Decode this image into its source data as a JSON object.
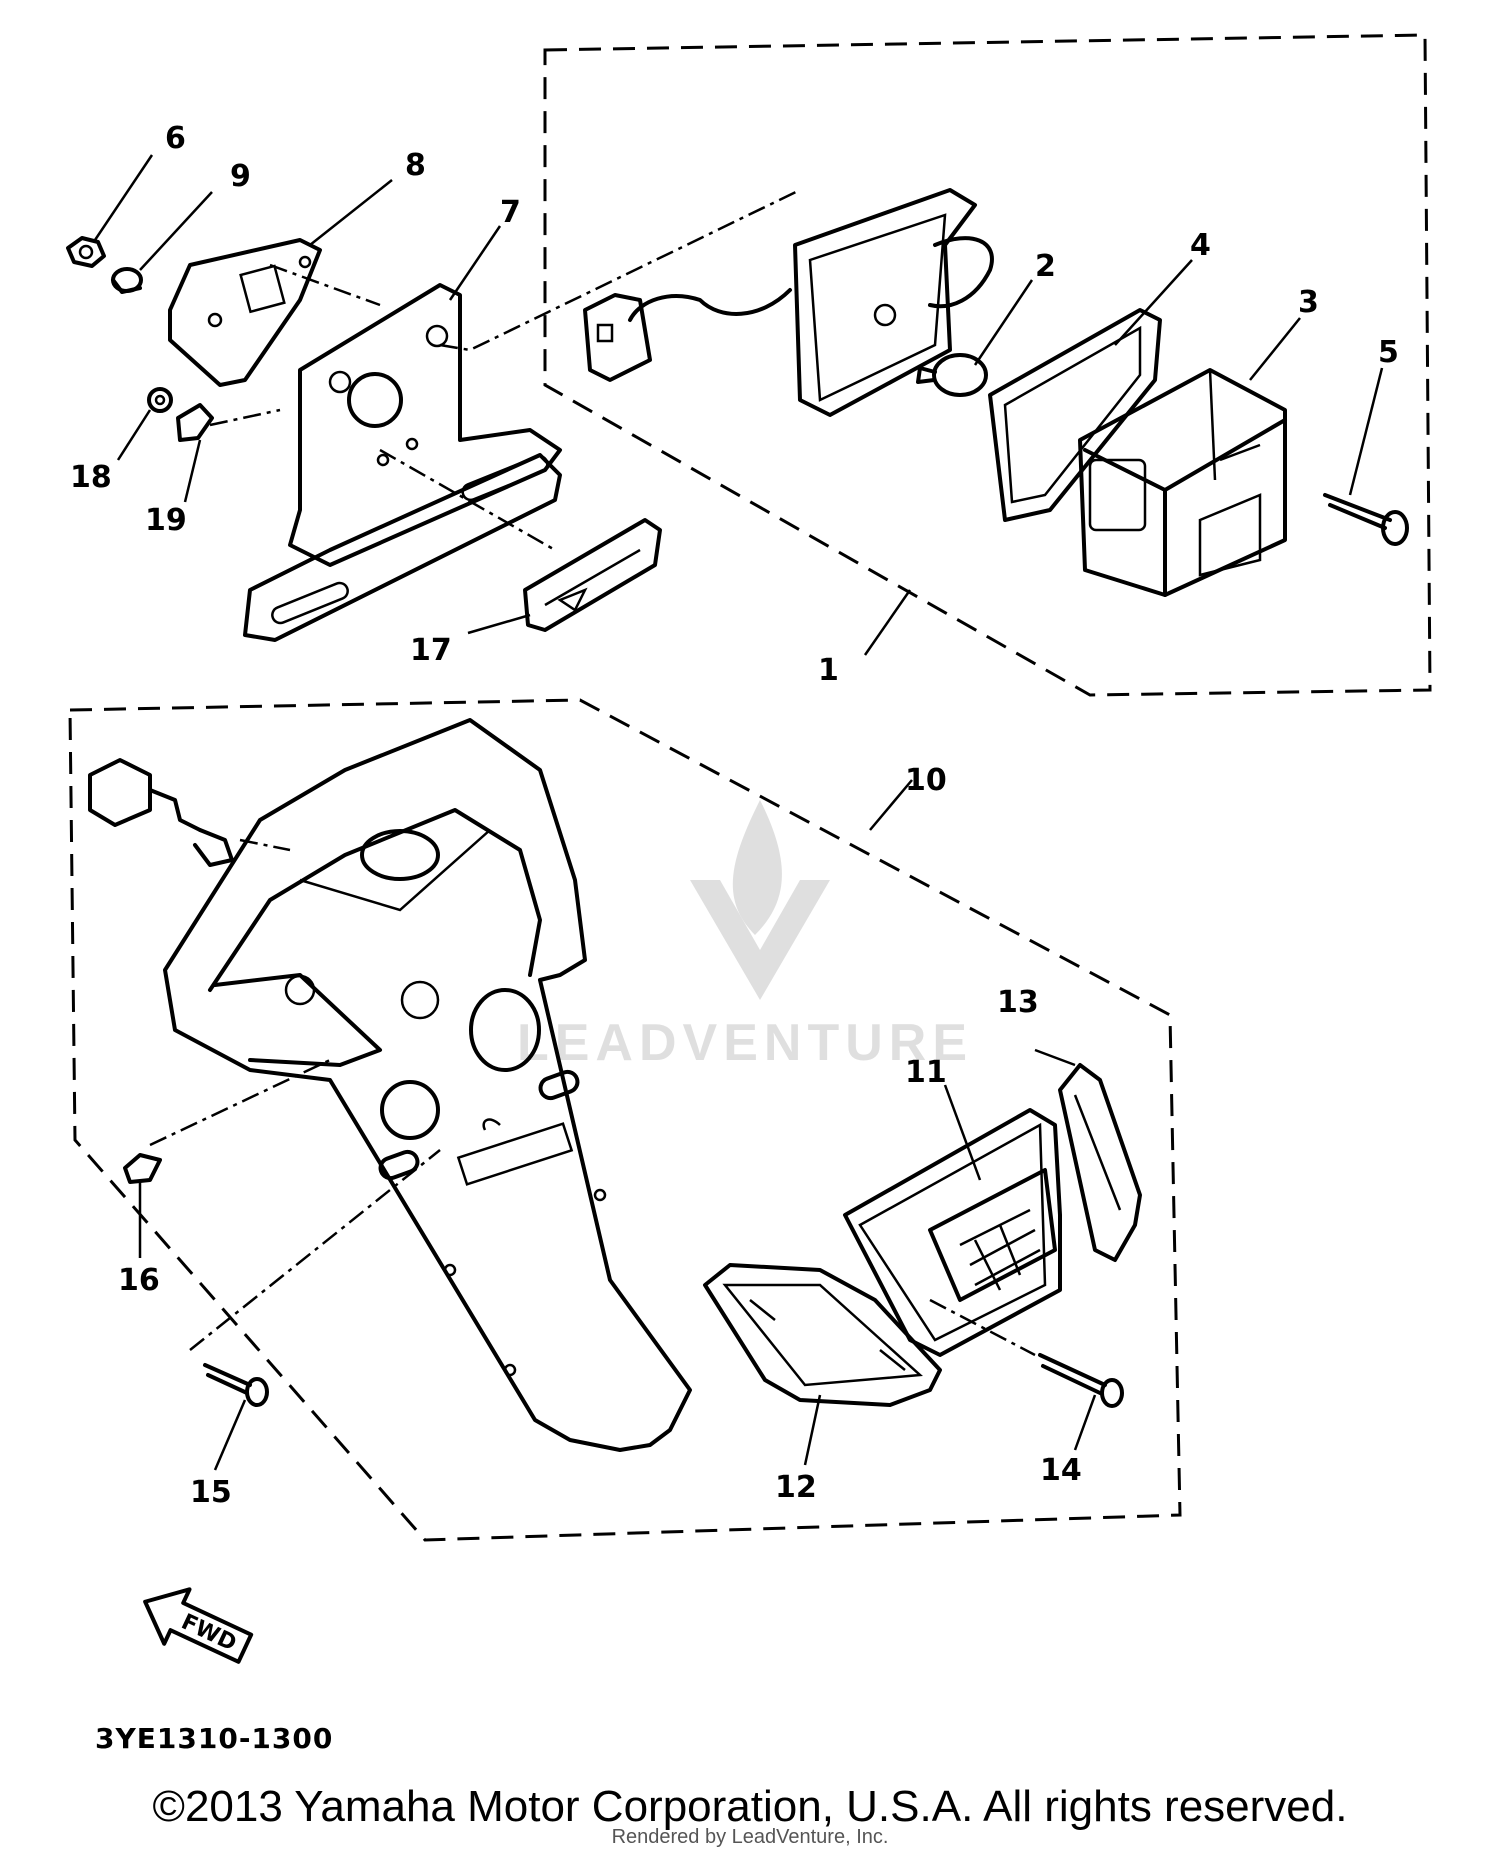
{
  "diagram": {
    "part_labels": {
      "p1": "1",
      "p2": "2",
      "p3": "3",
      "p4": "4",
      "p5": "5",
      "p6": "6",
      "p7": "7",
      "p8": "8",
      "p9": "9",
      "p10": "10",
      "p11": "11",
      "p12": "12",
      "p13": "13",
      "p14": "14",
      "p15": "15",
      "p16": "16",
      "p17": "17",
      "p18": "18",
      "p19": "19"
    },
    "direction_label": "FWD",
    "drawing_code": "3YE1310-1300",
    "watermark_text": "LEADVENTURE"
  },
  "footer": {
    "copyright": "©2013 Yamaha Motor Corporation, U.S.A. All rights reserved.",
    "rendered_by": "Rendered by LeadVenture, Inc."
  }
}
